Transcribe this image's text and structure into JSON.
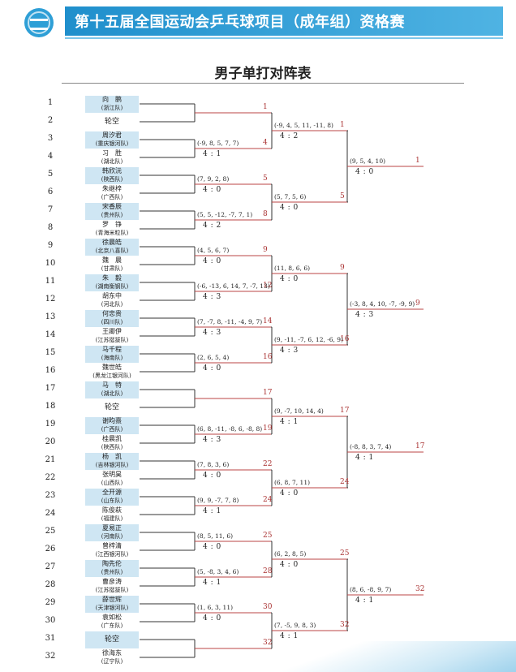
{
  "header": {
    "title": "第十五届全国运动会乒乓球项目（成年组）资格赛",
    "logo": "event-logo",
    "accent_color": "#2b9ad5"
  },
  "page_title": "男子单打对阵表",
  "players": [
    {
      "seed": "1",
      "name": "向　鹏",
      "team": "(浙江队)",
      "shaded": true
    },
    {
      "seed": "2",
      "name": "轮空",
      "team": "",
      "shaded": false
    },
    {
      "seed": "3",
      "name": "周汐君",
      "team": "(重庆银河队)",
      "shaded": true
    },
    {
      "seed": "4",
      "name": "习　胜",
      "team": "(湖北队)",
      "shaded": false
    },
    {
      "seed": "5",
      "name": "韩欣沅",
      "team": "(陕西队)",
      "shaded": true
    },
    {
      "seed": "6",
      "name": "朱继梓",
      "team": "(广西队)",
      "shaded": false
    },
    {
      "seed": "7",
      "name": "宋香辰",
      "team": "(贵州队)",
      "shaded": true
    },
    {
      "seed": "8",
      "name": "罗　铮",
      "team": "(青海米粒队)",
      "shaded": false
    },
    {
      "seed": "9",
      "name": "徐晨皓",
      "team": "(北京八喜队)",
      "shaded": true
    },
    {
      "seed": "10",
      "name": "魏　晨",
      "team": "(甘肃队)",
      "shaded": false
    },
    {
      "seed": "11",
      "name": "朱　毅",
      "team": "(湖南衡钢队)",
      "shaded": true
    },
    {
      "seed": "12",
      "name": "胡东中",
      "team": "(河北队)",
      "shaded": false
    },
    {
      "seed": "13",
      "name": "何忠贵",
      "team": "(四川队)",
      "shaded": true
    },
    {
      "seed": "14",
      "name": "王卿伊",
      "team": "(江苏挺拔队)",
      "shaded": false
    },
    {
      "seed": "15",
      "name": "马千程",
      "team": "(海南队)",
      "shaded": true
    },
    {
      "seed": "16",
      "name": "魏世皓",
      "team": "(黑龙江银河队)",
      "shaded": false
    },
    {
      "seed": "17",
      "name": "马　特",
      "team": "(湖北队)",
      "shaded": true
    },
    {
      "seed": "18",
      "name": "轮空",
      "team": "",
      "shaded": false
    },
    {
      "seed": "19",
      "name": "谢昀熹",
      "team": "(广西队)",
      "shaded": true
    },
    {
      "seed": "20",
      "name": "桂晨凯",
      "team": "(陕西队)",
      "shaded": false
    },
    {
      "seed": "21",
      "name": "杨　凯",
      "team": "(吉林银河队)",
      "shaded": true
    },
    {
      "seed": "22",
      "name": "张明昊",
      "team": "(山西队)",
      "shaded": false
    },
    {
      "seed": "23",
      "name": "全开源",
      "team": "(山东队)",
      "shaded": true
    },
    {
      "seed": "24",
      "name": "陈俊萩",
      "team": "(福建队)",
      "shaded": false
    },
    {
      "seed": "25",
      "name": "夏易正",
      "team": "(河南队)",
      "shaded": true
    },
    {
      "seed": "26",
      "name": "曾梓清",
      "team": "(江西银河队)",
      "shaded": false
    },
    {
      "seed": "27",
      "name": "陶先伦",
      "team": "(贵州队)",
      "shaded": true
    },
    {
      "seed": "28",
      "name": "曹彦涛",
      "team": "(江苏挺拔队)",
      "shaded": false
    },
    {
      "seed": "29",
      "name": "薛世辉",
      "team": "(天津银河队)",
      "shaded": true
    },
    {
      "seed": "30",
      "name": "袁如松",
      "team": "(广东队)",
      "shaded": false
    },
    {
      "seed": "31",
      "name": "轮空",
      "team": "",
      "shaded": true
    },
    {
      "seed": "32",
      "name": "徐海东",
      "team": "(辽宁队)",
      "shaded": false
    }
  ],
  "round1": [
    {
      "score": "",
      "detail": "",
      "winner": "1"
    },
    {
      "score": "4 : 1",
      "detail": "(-9, 8, 5, 7, 7)",
      "winner": "4"
    },
    {
      "score": "4 : 0",
      "detail": "(7, 9, 2, 8)",
      "winner": "5"
    },
    {
      "score": "4 : 2",
      "detail": "(5, 5, -12, -7, 7, 1)",
      "winner": "8"
    },
    {
      "score": "4 : 0",
      "detail": "(4, 5, 6, 7)",
      "winner": "9"
    },
    {
      "score": "4 : 3",
      "detail": "(-6, -13, 6, 14, 7, -7, 13)",
      "winner": "12"
    },
    {
      "score": "4 : 3",
      "detail": "(7, -7, 8, -11, -4, 9, 7)",
      "winner": "14"
    },
    {
      "score": "4 : 0",
      "detail": "(2, 6, 5, 4)",
      "winner": "16"
    },
    {
      "score": "",
      "detail": "",
      "winner": "17"
    },
    {
      "score": "4 : 3",
      "detail": "(6, 8, -11, -8, 6, -8, 8)",
      "winner": "19"
    },
    {
      "score": "4 : 0",
      "detail": "(7, 8, 3, 6)",
      "winner": "22"
    },
    {
      "score": "4 : 1",
      "detail": "(9, 9, -7, 7, 8)",
      "winner": "24"
    },
    {
      "score": "4 : 0",
      "detail": "(8, 5, 11, 6)",
      "winner": "25"
    },
    {
      "score": "4 : 1",
      "detail": "(5, -8, 3, 4, 6)",
      "winner": "28"
    },
    {
      "score": "4 : 0",
      "detail": "(1, 6, 3, 11)",
      "winner": "30"
    },
    {
      "score": "",
      "detail": "",
      "winner": "32"
    }
  ],
  "round2": [
    {
      "score": "4 : 2",
      "detail": "(-9, 4, 5, 11, -11, 8)",
      "winner": "1"
    },
    {
      "score": "4 : 0",
      "detail": "(5, 7, 5, 6)",
      "winner": "5"
    },
    {
      "score": "4 : 0",
      "detail": "(11, 8, 6, 6)",
      "winner": "9"
    },
    {
      "score": "4 : 3",
      "detail": "(9, -11, -7, 6, 12, -6, 9)",
      "winner": "16"
    },
    {
      "score": "4 : 1",
      "detail": "(9, -7, 10, 14, 4)",
      "winner": "17"
    },
    {
      "score": "4 : 0",
      "detail": "(6, 8, 7, 11)",
      "winner": "24"
    },
    {
      "score": "4 : 0",
      "detail": "(6, 2, 8, 5)",
      "winner": "25"
    },
    {
      "score": "4 : 1",
      "detail": "(7, -5, 9, 8, 3)",
      "winner": "32"
    }
  ],
  "round3": [
    {
      "score": "4 : 0",
      "detail": "(9, 5, 4, 10)",
      "winner": "1"
    },
    {
      "score": "4 : 3",
      "detail": "(-3, 8, 4, 10, -7, -9, 9)",
      "winner": "9"
    },
    {
      "score": "4 : 1",
      "detail": "(-8, 8, 3, 7, 4)",
      "winner": "17"
    },
    {
      "score": "4 : 1",
      "detail": "(8, 6, -8, 9, 7)",
      "winner": "32"
    }
  ]
}
